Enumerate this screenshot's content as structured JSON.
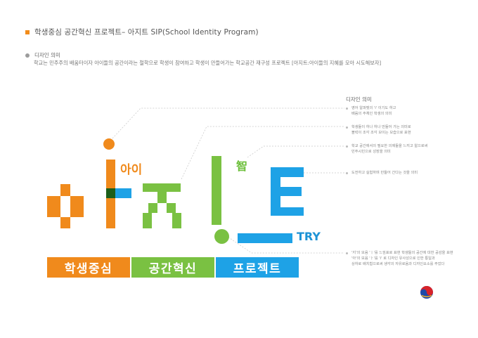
{
  "header": {
    "title": "학생중심 공간혁신 프로젝트– 아지트  SIP(School Identity Program)"
  },
  "meaning": {
    "label": "디자인 의미",
    "description": "학교는 민주주의 배움터이자 아이들의 공간이라는 철학으로 학생이 참여하고 학생이 만들어가는 학교공간 재구성 프로젝트 [아지트:아이들의 지혜를 모아 시도해보자]"
  },
  "side": {
    "heading": "디자인 의미",
    "notes": [
      {
        "lines": [
          "영어 알파벳의 'i' 이기도 하고",
          "배움의 주체인 학생의 의미"
        ]
      },
      {
        "lines": [
          "학생들이 하나 하나 만들어 가는 의미로",
          "블럭이 조각 조각 모이는 모습으로 표현"
        ]
      },
      {
        "lines": [
          "학교 공간에서의 필요한 의제들을 느끼고 앎으로써",
          "민주시민으로 성장을 의미"
        ]
      },
      {
        "lines": [
          "도전하고 실험하며 만들어 간다는 것을 의미"
        ]
      },
      {
        "lines": [
          "'지'의 모음 'ㅣ'를 느낌표로 표현 학생들의 공간에 대한 공감을 표현",
          "'아'의 모음 'ㅏ'를 'i' 로 디자인 유사성으로 인한 통일과",
          "상하로 배치함으로써 생각의 자유로움과 디자인요소를 주었다"
        ]
      }
    ]
  },
  "logo": {
    "ai_label": "아이",
    "ji_label": "智",
    "try_label": "TRY"
  },
  "bars": {
    "student": "학생중심",
    "space": "공간혁신",
    "project": "프로젝트"
  },
  "colors": {
    "orange": "#f08a1c",
    "green": "#7ac142",
    "blue": "#1ea2e6",
    "dark_green": "#1c5e1a"
  }
}
